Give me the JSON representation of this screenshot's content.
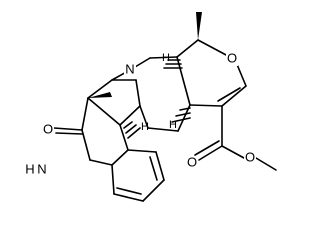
{
  "molecule": {
    "labels": {
      "N_ring": "N",
      "O_ring": "O",
      "O_lactam": "O",
      "NH": "H",
      "NH_N": "N",
      "O_ester_carbonyl": "O",
      "O_ester_ether": "O",
      "H_stereo_1": "H",
      "H_stereo_2": "H",
      "H_stereo_3": "H"
    }
  }
}
